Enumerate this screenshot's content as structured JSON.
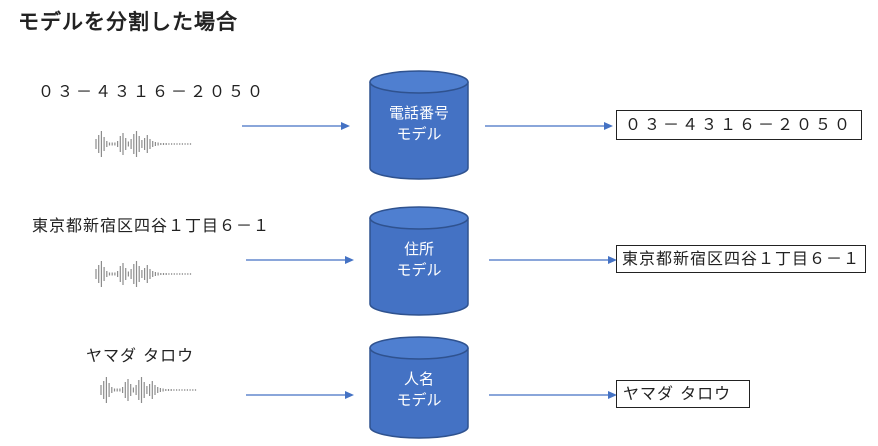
{
  "title": "モデルを分割した場合",
  "rows": [
    {
      "input": "０３－４３１６－２０５０",
      "model_line1": "電話番号",
      "model_line2": "モデル",
      "output": "０３－４３１６－２０５０"
    },
    {
      "input": "東京都新宿区四谷１丁目６－１",
      "model_line1": "住所",
      "model_line2": "モデル",
      "output": "東京都新宿区四谷１丁目６－１"
    },
    {
      "input": "ヤマダ タロウ",
      "model_line1": "人名",
      "model_line2": "モデル",
      "output": "ヤマダ タロウ"
    }
  ],
  "colors": {
    "cylinder_fill": "#4472c4",
    "cylinder_stroke": "#2f528f",
    "arrow": "#4472c4",
    "waveform": "#8c8c8c"
  }
}
